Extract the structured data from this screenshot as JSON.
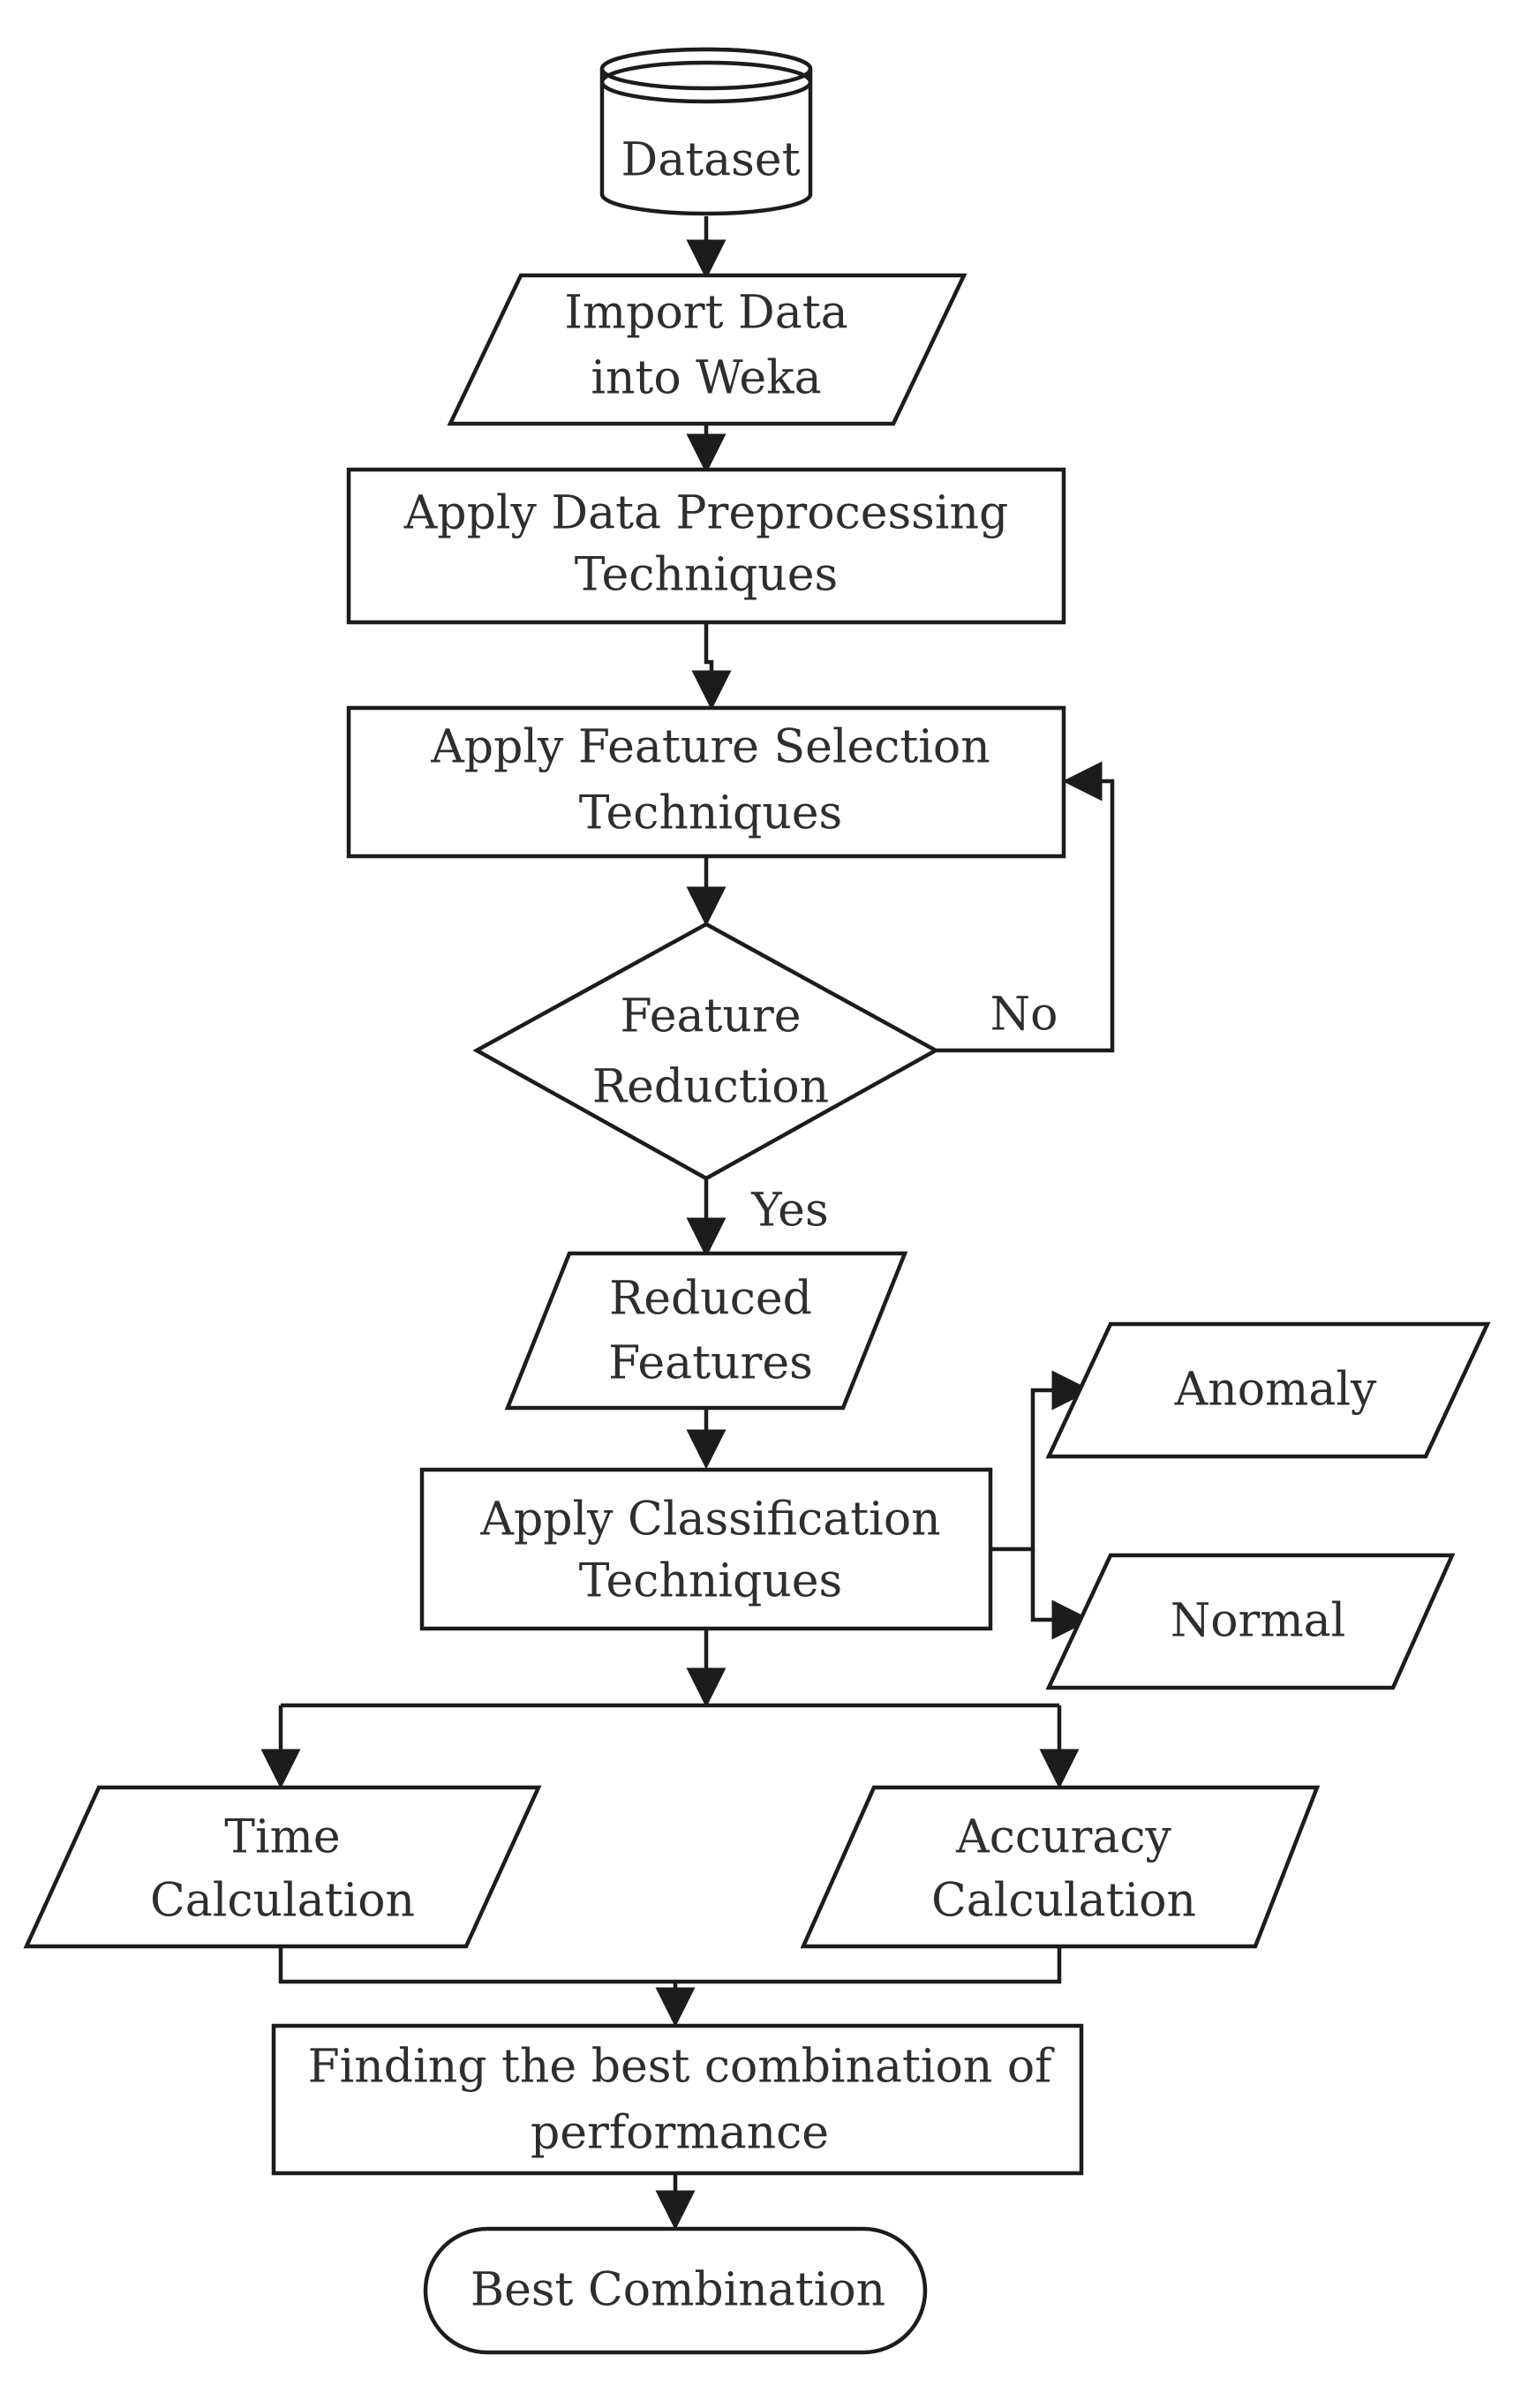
{
  "nodes": {
    "dataset": [
      "Dataset"
    ],
    "import": [
      "Import Data",
      "into Weka"
    ],
    "preprocess": [
      "Apply Data Preprocessing",
      "Techniques"
    ],
    "feature_select": [
      "Apply Feature Selection",
      "Techniques"
    ],
    "decision": [
      "Feature",
      "Reduction"
    ],
    "reduced": [
      "Reduced",
      "Features"
    ],
    "classify": [
      "Apply Classification",
      "Techniques"
    ],
    "anomaly": [
      "Anomaly"
    ],
    "normal": [
      "Normal"
    ],
    "time": [
      "Time",
      "Calculation"
    ],
    "accuracy": [
      "Accuracy",
      "Calculation"
    ],
    "finding": [
      "Finding the best combination of",
      "performance"
    ],
    "best": [
      "Best Combination"
    ]
  },
  "edge_labels": {
    "no": "No",
    "yes": "Yes"
  }
}
